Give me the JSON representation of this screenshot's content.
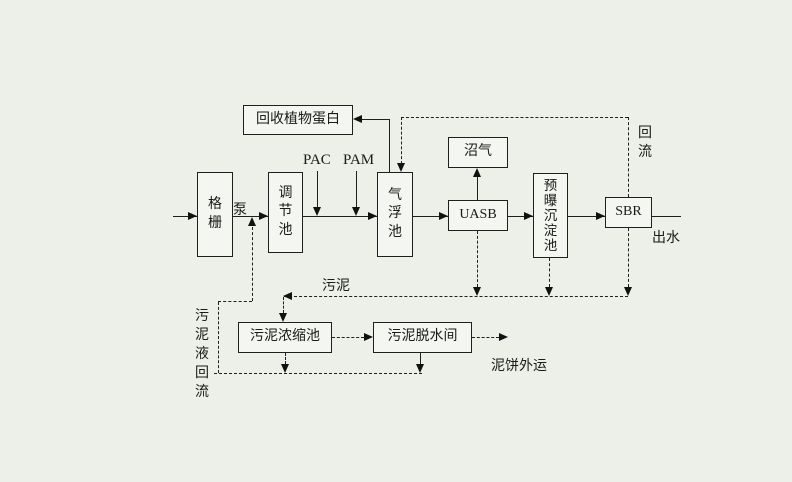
{
  "diagram": {
    "type": "process-flow",
    "colors": {
      "background": "#ecf0e8",
      "box_fill": "#f4f6f1",
      "line": "#1f1f1f"
    },
    "nodes": {
      "grille": "格栅",
      "pump": "泵",
      "regulating_tank": "调节池",
      "pac": "PAC",
      "pam": "PAM",
      "flotation_tank": "气浮池",
      "protein_recovery": "回收植物蛋白",
      "uasb": "UASB",
      "biogas": "沼气",
      "pre_aeration_sedimentation_tank": "预曝沉淀池",
      "sbr": "SBR",
      "effluent": "出水",
      "reflux": "回流",
      "sludge": "污泥",
      "sludge_thickening_tank": "污泥浓缩池",
      "sludge_dewatering_room": "污泥脱水间",
      "mud_cake_transport": "泥饼外运",
      "sludge_liquid_reflux": "污泥液回流"
    }
  }
}
